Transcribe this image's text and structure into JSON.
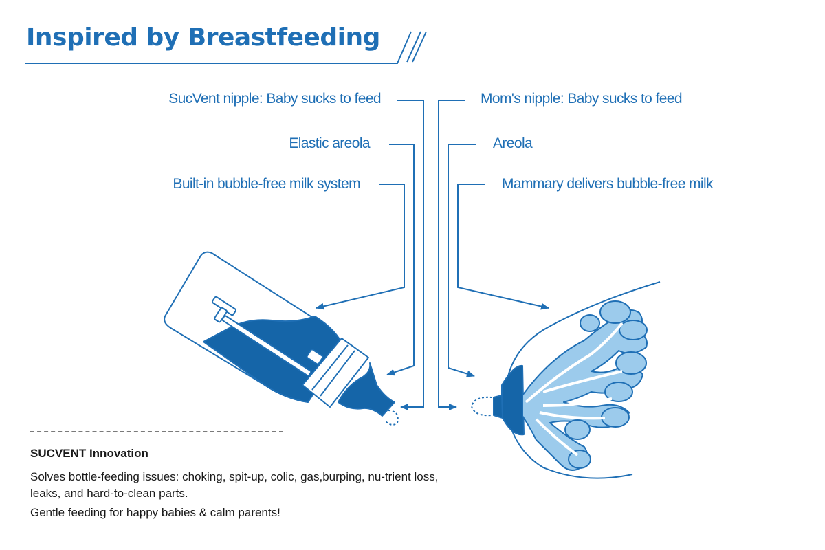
{
  "title": "Inspired by Breastfeeding",
  "left_labels": [
    "SucVent nipple: Baby sucks to feed",
    "Elastic areola",
    "Built-in bubble-free milk system"
  ],
  "right_labels": [
    "Mom's nipple: Baby sucks to feed",
    "Areola",
    "Mammary delivers bubble-free milk"
  ],
  "innovation": {
    "heading": "SUCVENT Innovation",
    "lines": [
      "Solves bottle-feeding issues: choking, spit-up, colic, gas,burping, nu-trient loss, leaks, and hard-to-clean parts.",
      "Gentle feeding for happy babies & calm parents!"
    ]
  },
  "colors": {
    "primary": "#1f6fb5",
    "milk_dark": "#1565a8",
    "gland_light": "#9ccbec",
    "text_dark": "#1a1a1a"
  }
}
